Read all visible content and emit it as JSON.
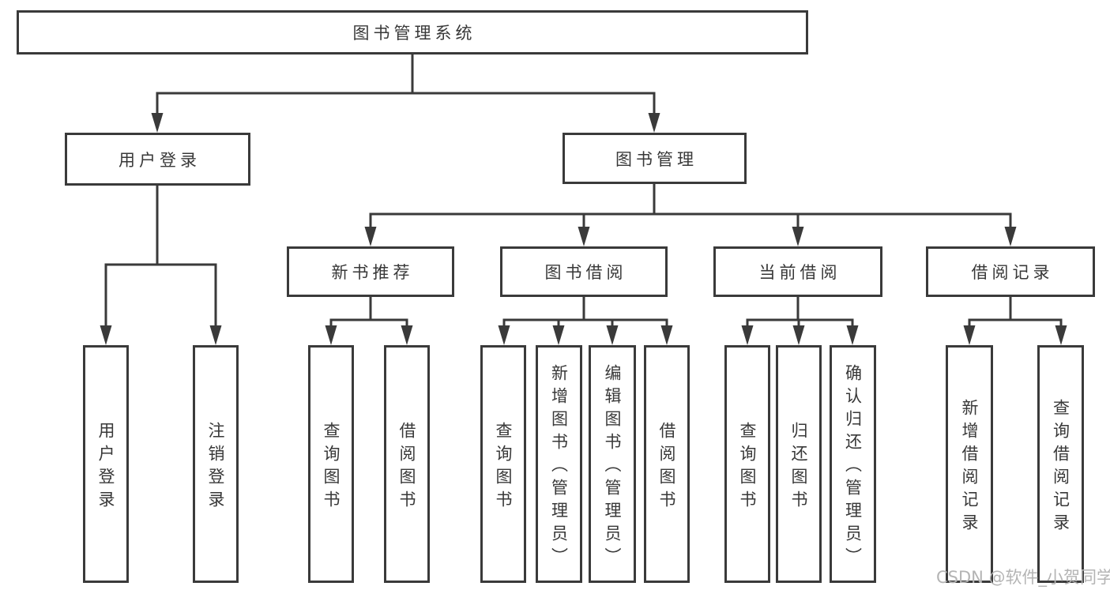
{
  "page": {
    "background": "#ffffff",
    "line_color": "#3a3a3a",
    "text_color": "#383838"
  },
  "watermark": {
    "text": "CSDN @软件_小贺同学",
    "color": "#b4b4b4"
  },
  "tree": {
    "root": {
      "label": "图书管理系统"
    },
    "children": [
      {
        "label": "用户登录",
        "children": [
          {
            "label": "用户登录"
          },
          {
            "label": "注销登录"
          }
        ]
      },
      {
        "label": "图书管理",
        "children": [
          {
            "label": "新书推荐",
            "children": [
              {
                "label": "查询图书"
              },
              {
                "label": "借阅图书"
              }
            ]
          },
          {
            "label": "图书借阅",
            "children": [
              {
                "label": "查询图书"
              },
              {
                "label": "新增图书（管理员）"
              },
              {
                "label": "编辑图书（管理员）"
              },
              {
                "label": "借阅图书"
              }
            ]
          },
          {
            "label": "当前借阅",
            "children": [
              {
                "label": "查询图书"
              },
              {
                "label": "归还图书"
              },
              {
                "label": "确认归还（管理员）"
              }
            ]
          },
          {
            "label": "借阅记录",
            "children": [
              {
                "label": "新增借阅记录"
              },
              {
                "label": "查询借阅记录"
              }
            ]
          }
        ]
      }
    ]
  }
}
